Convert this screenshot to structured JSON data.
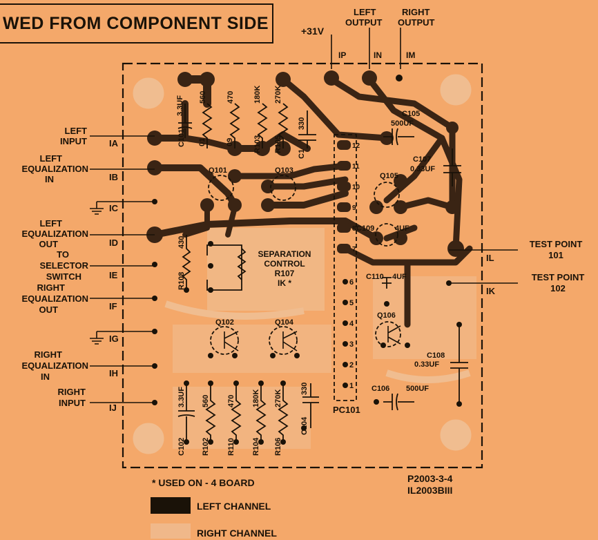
{
  "title": "WED FROM COMPONENT SIDE",
  "top_labels": {
    "supply": "+31V",
    "left_output": [
      "LEFT",
      "OUTPUT"
    ],
    "right_output": [
      "RIGHT",
      "OUTPUT"
    ],
    "pin_ip": "IP",
    "pin_in": "IN",
    "pin_im": "IM"
  },
  "left_terminals": [
    {
      "lines": [
        "LEFT",
        "INPUT"
      ],
      "pin": "IA"
    },
    {
      "lines": [
        "LEFT",
        "EQUALIZATION",
        "IN"
      ],
      "pin": "IB"
    },
    {
      "lines": [],
      "pin": "IC"
    },
    {
      "lines": [
        "LEFT",
        "EQUALIZATION",
        "OUT"
      ],
      "pin": "ID"
    },
    {
      "lines": [
        "TO",
        "SELECTOR",
        "SWITCH"
      ],
      "pin": "IE"
    },
    {
      "lines": [
        "RIGHT",
        "EQUALIZATION",
        "OUT"
      ],
      "pin": "IF"
    },
    {
      "lines": [],
      "pin": "IG"
    },
    {
      "lines": [
        "RIGHT",
        "EQUALIZATION",
        "IN"
      ],
      "pin": "IH"
    },
    {
      "lines": [
        "RIGHT",
        "INPUT"
      ],
      "pin": "IJ"
    }
  ],
  "right_terminals": [
    {
      "lines": [
        "TEST POINT",
        "101"
      ],
      "pin": "IL"
    },
    {
      "lines": [
        "TEST POINT",
        "102"
      ],
      "pin": "IK"
    }
  ],
  "components": {
    "c101": "C101",
    "c101_val": "3.3UF",
    "r560": "560",
    "r470": "470",
    "r180k": "180K",
    "r270k": "270K",
    "c330": "330",
    "r101": "01",
    "r109": "09",
    "r103": "R103",
    "r105": "R105",
    "c103": "C1",
    "q101": "Q101",
    "q103": "Q103",
    "q105": "Q105",
    "c105": "C105",
    "c105_val": "500UF",
    "c107": "C107",
    "c107_val": "0.33UF",
    "c109": "C109",
    "c109_val": "4UF",
    "r108": "R108",
    "r108_val": "430",
    "sep": [
      "SEPARATION",
      "CONTROL",
      "R107",
      "IK *"
    ],
    "c110": "C110",
    "c110_val": "4UF",
    "q106": "Q106",
    "q102": "Q102",
    "q104": "Q104",
    "c108": "C108",
    "c108_val": "0.33UF",
    "c106": "C106",
    "c106_val": "500UF",
    "c102": "C102",
    "c102_val": "3.3UF",
    "r102": "R102",
    "r110": "R110",
    "r104": "R104",
    "r106": "R106",
    "c104": "C104",
    "r_bot_560": "560",
    "r_bot_470": "470",
    "r_bot_180k": "180K",
    "r_bot_270k": "270K",
    "c_bot_330": "330",
    "pc101": "PC101",
    "pc_pins": [
      "12",
      "11",
      "10",
      "9",
      "8",
      "7",
      "6",
      "5",
      "4",
      "3",
      "2",
      "1"
    ]
  },
  "footer": {
    "note": "* USED ON - 4 BOARD",
    "part": [
      "P2003-3-4",
      "IL2003BIII"
    ],
    "legend": [
      {
        "label": "LEFT CHANNEL",
        "color": "#1a1208"
      },
      {
        "label": "RIGHT CHANNEL",
        "color": "#f0b88a"
      }
    ]
  },
  "colors": {
    "background": "#f4a86a",
    "trace_left": "#3a2414",
    "trace_right": "#f0bd90",
    "ink": "#1a1208"
  }
}
